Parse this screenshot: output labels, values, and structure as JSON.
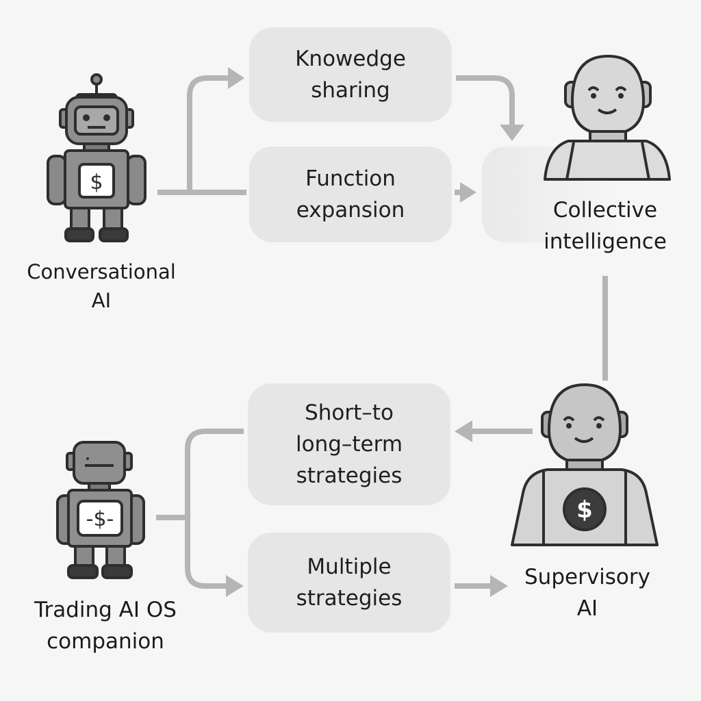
{
  "nodes": {
    "conversational_ai": "Conversational\nAI",
    "knowledge_sharing": "Knowedge\nsharing",
    "function_expansion": "Function\nexpansion",
    "collective_intelligence": "Collective\nintelligence",
    "short_long_term": "Short–to\nlong–term\nstrategies",
    "multiple_strategies": "Multiple\nstrategies",
    "trading_ai_os": "Trading AI OS\ncompanion",
    "supervisory_ai": "Supervisory\nAI"
  },
  "icons": {
    "conversational_robot": "robot-icon",
    "trading_robot": "robot-icon",
    "collective_humanoid": "humanoid-robot-icon",
    "supervisory_humanoid": "humanoid-robot-icon",
    "dollar_symbol": "$"
  },
  "colors": {
    "background": "#f6f6f6",
    "box": "#e6e6e6",
    "connector": "#b5b5b5",
    "robot_body": "#8a8a8a",
    "robot_dark": "#3a3a3a",
    "coin": "#3c3c3c"
  }
}
